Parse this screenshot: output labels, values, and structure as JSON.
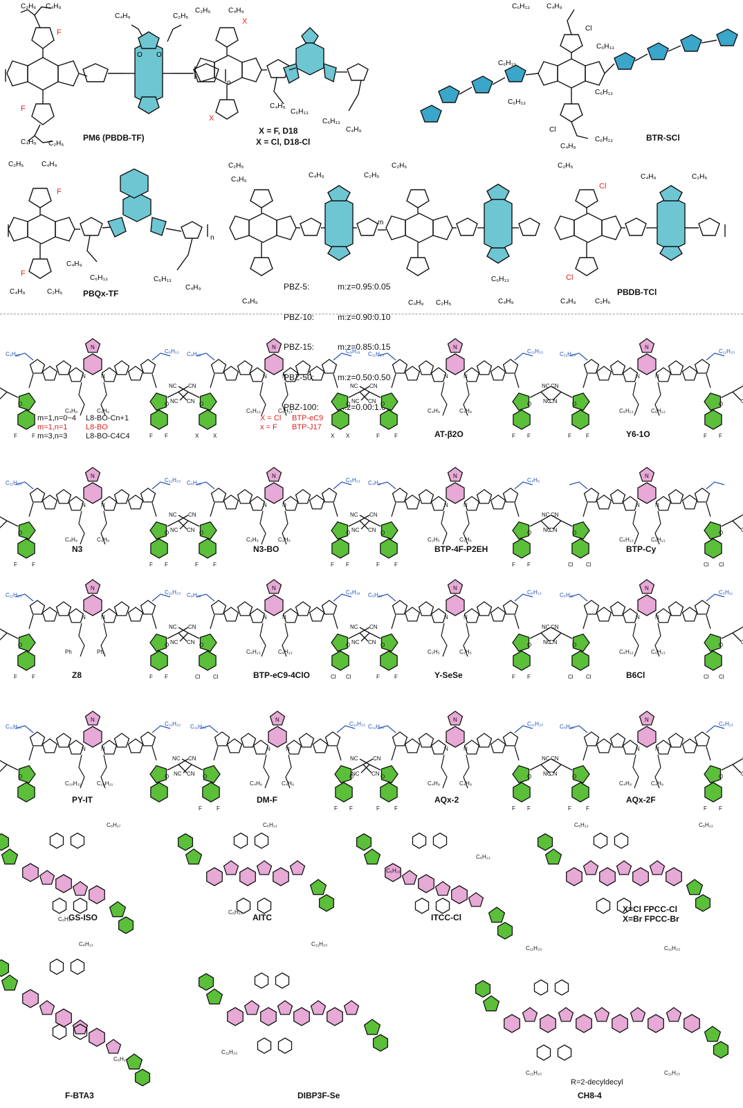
{
  "colors": {
    "acceptor_core": "#6ec6d3",
    "acceptor_core_pink": "#e7a9d6",
    "end_group_green": "#5bbf3a",
    "linker_blue": "#3aa6c9",
    "halogen_red": "#e02020",
    "alkyl_blue": "#1f4fb5",
    "bond": "#111111"
  },
  "donors": [
    {
      "id": "pm6",
      "name": "PM6 (PBDB-TF)"
    },
    {
      "id": "d18",
      "name": "X = F, D18",
      "name2": "X = Cl, D18-Cl"
    },
    {
      "id": "btr",
      "name": "BTR-SCl"
    },
    {
      "id": "pbqx",
      "name": "PBQx-TF"
    },
    {
      "id": "pbz",
      "legend": [
        {
          "name": "PBZ-5:",
          "ratio": "m:z=0.95:0.05"
        },
        {
          "name": "PBZ-10:",
          "ratio": "m:z=0.90:0.10"
        },
        {
          "name": "PBZ-15:",
          "ratio": "m:z=0.85:0.15"
        },
        {
          "name": "PBZ-50:",
          "ratio": "m:z=0.50:0.50"
        },
        {
          "name": "PBZ-100:",
          "ratio": "m:z=0.00:1.00"
        }
      ]
    },
    {
      "id": "pbdbtcl",
      "name": "PBDB-TCl"
    }
  ],
  "acceptors": [
    {
      "id": "l8bo",
      "lines": [
        {
          "a": "m=1,n=0~4",
          "b": "L8-BO-Cn+1",
          "red": false
        },
        {
          "a": "m=1,n=1",
          "b": "L8-BO",
          "red": true
        },
        {
          "a": "m=3,n=3",
          "b": "L8-BO-C4C4",
          "red": false
        }
      ]
    },
    {
      "id": "btpec9",
      "lines": [
        {
          "a": "X = Cl",
          "b": "BTP-eC9",
          "red": true
        },
        {
          "a": "x = F",
          "b": "BTP-J17",
          "red": true
        }
      ]
    },
    {
      "id": "atb2o",
      "name": "AT-β2O"
    },
    {
      "id": "y61o",
      "name": "Y6-1O"
    },
    {
      "id": "n3",
      "name": "N3"
    },
    {
      "id": "n3bo",
      "name": "N3-BO"
    },
    {
      "id": "btp4fp2eh",
      "name": "BTP-4F-P2EH"
    },
    {
      "id": "btpcy",
      "name": "BTP-Cy"
    },
    {
      "id": "z8",
      "name": "Z8"
    },
    {
      "id": "btpec94clo",
      "name": "BTP-eC9-4ClO"
    },
    {
      "id": "ysese",
      "name": "Y-SeSe"
    },
    {
      "id": "b6cl",
      "name": "B6Cl"
    },
    {
      "id": "pyit",
      "name": "PY-IT"
    },
    {
      "id": "dmf",
      "name": "DM-F"
    },
    {
      "id": "aqx2",
      "name": "AQx-2"
    },
    {
      "id": "aqx2f",
      "name": "AQx-2F"
    },
    {
      "id": "gsiso",
      "name": "GS-ISO"
    },
    {
      "id": "aitc",
      "name": "AITC"
    },
    {
      "id": "itccl",
      "name": "ITCC-Cl"
    },
    {
      "id": "fpcc",
      "name": "X=Cl FPCC-Cl",
      "name2": "X=Br FPCC-Br"
    },
    {
      "id": "fbta3",
      "name": "F-BTA3"
    },
    {
      "id": "dibp3fse",
      "name": "DIBP3F-Se"
    },
    {
      "id": "ch84",
      "name": "CH8-4",
      "note": "R=2-decyldecyl"
    }
  ]
}
